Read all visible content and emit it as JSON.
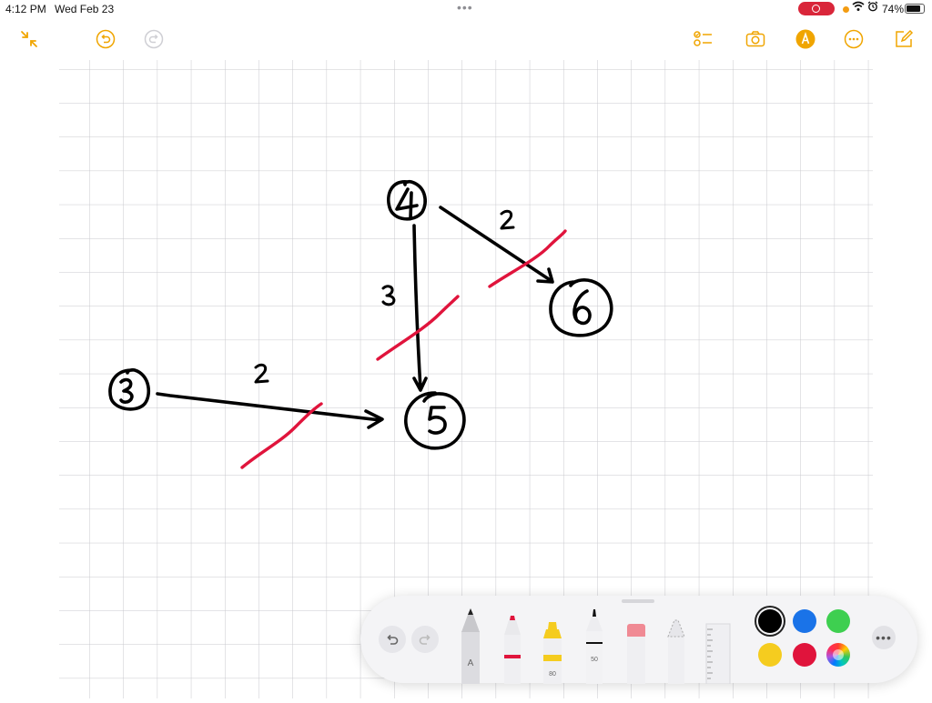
{
  "status_bar": {
    "time": "4:12 PM",
    "date": "Wed Feb 23",
    "multitask_dots": "•••",
    "battery_percent": "74%",
    "battery_level": 0.74
  },
  "toolbar": {
    "left_icons": [
      "collapse-icon",
      "undo-icon",
      "redo-icon"
    ],
    "right_icons": [
      "checklist-icon",
      "camera-icon",
      "markup-icon",
      "more-icon",
      "compose-icon"
    ],
    "accent_color": "#f0a500"
  },
  "note": {
    "paper": "grid",
    "ink_color": "#000000",
    "strike_color": "#e0143c",
    "nodes": [
      {
        "label": "4"
      },
      {
        "label": "6"
      },
      {
        "label": "3"
      },
      {
        "label": "5"
      }
    ],
    "edges": [
      {
        "from": "4",
        "to": "6",
        "weight": "2",
        "struck": true
      },
      {
        "from": "4",
        "to": "5",
        "weight": "3",
        "struck": true
      },
      {
        "from": "3",
        "to": "5",
        "weight": "2",
        "struck": true
      }
    ]
  },
  "palette": {
    "tools": [
      {
        "name": "pen",
        "tag": "A"
      },
      {
        "name": "marker",
        "tag": ""
      },
      {
        "name": "highlighter",
        "tag": "80"
      },
      {
        "name": "fineliner",
        "tag": "50"
      },
      {
        "name": "eraser",
        "tag": ""
      },
      {
        "name": "lasso",
        "tag": ""
      },
      {
        "name": "ruler",
        "tag": ""
      }
    ],
    "colors": [
      "#000000",
      "#1a73e8",
      "#3ecf50",
      "#f5cc1f",
      "#e0143c",
      "color-wheel"
    ],
    "selected_color": "#000000",
    "more_label": "•••"
  }
}
